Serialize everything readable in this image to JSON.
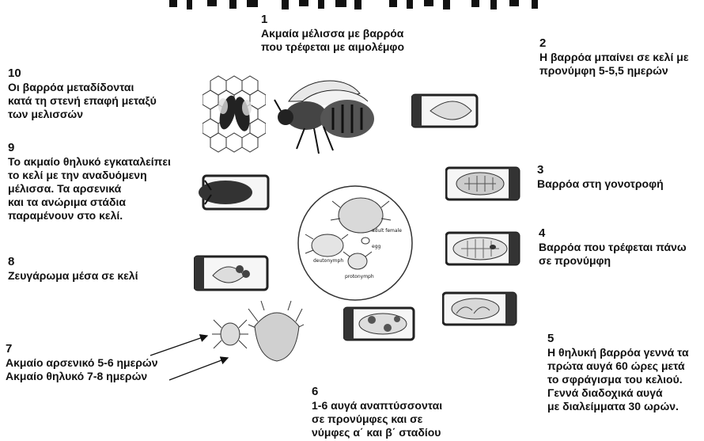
{
  "steps": [
    {
      "num": "1",
      "text": "Ακμαία μέλισσα με βαρρόα\nπου τρέφεται με αιμολέμφο"
    },
    {
      "num": "2",
      "text": "Η βαρρόα μπαίνει σε κελί με\nπρονύμφη 5-5,5 ημερών"
    },
    {
      "num": "3",
      "text": "Βαρρόα στη γονοτροφή"
    },
    {
      "num": "4",
      "text": "Βαρρόα που τρέφεται πάνω\nσε προνύμφη"
    },
    {
      "num": "5",
      "text": "Η θηλυκή βαρρόα γεννά τα\nπρώτα αυγά 60 ώρες μετά\nτο σφράγισμα του κελιού.\nΓεννά διαδοχικά αυγά\nμε διαλείμματα 30 ωρών."
    },
    {
      "num": "6",
      "text": "1-6 αυγά αναπτύσσονται\nσε προνύμφες και σε\nνύμφες α΄ και β΄ σταδίου"
    },
    {
      "num": "7",
      "text": "Ακμαίο αρσενικό 5-6 ημερών\nΑκμαίο θηλυκό 7-8 ημερών"
    },
    {
      "num": "8",
      "text": "Ζευγάρωμα μέσα σε κελί"
    },
    {
      "num": "9",
      "text": "Το ακμαίο θηλυκό εγκαταλείπει\nτο κελί με την αναδυόμενη\nμέλισσα. Τα αρσενικά\nκαι τα ανώριμα στάδια\nπαραμένουν στο κελί."
    },
    {
      "num": "10",
      "text": "Οι βαρρόα μεταδίδονται\nκατά τη στενή επαφή μεταξύ\nτων μελισσών"
    }
  ],
  "inset_labels": {
    "adult": "adult female",
    "deuto": "deutonymph",
    "egg": "egg",
    "proto": "protonymph"
  }
}
